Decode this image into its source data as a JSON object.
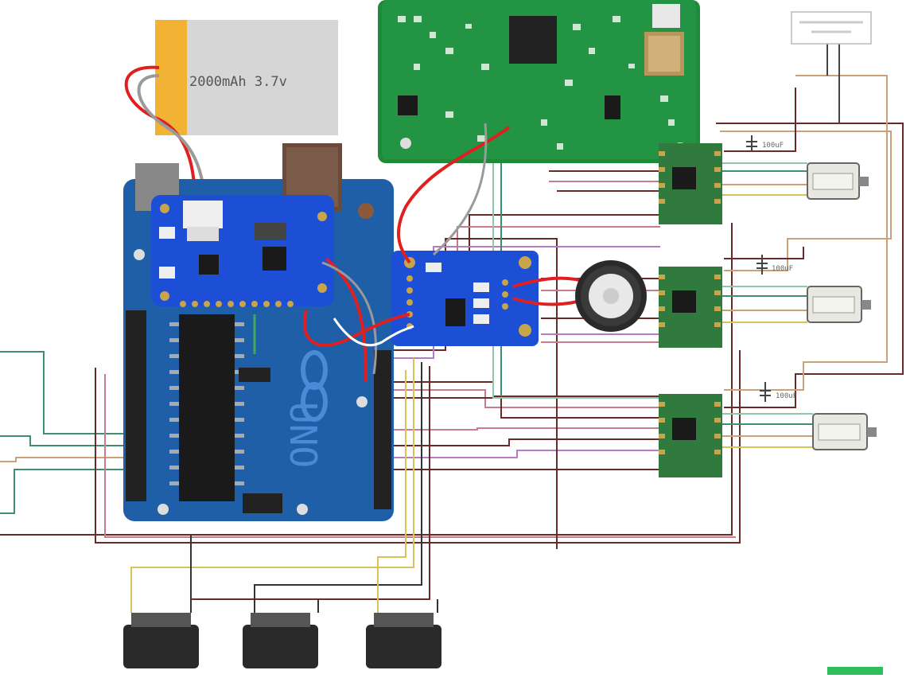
{
  "battery": {
    "label": "2000mAh 3.7v",
    "icon": "lipo-battery-icon"
  },
  "capacitors": [
    {
      "label": "100uF"
    },
    {
      "label": "100uF"
    },
    {
      "label": "100uF"
    }
  ],
  "arduino": {
    "logo_text": "UNO",
    "icon": "arduino-uno-board-icon"
  },
  "charger": {
    "icon": "lipo-charger-board-icon"
  },
  "amplifier": {
    "icon": "audio-amplifier-board-icon"
  },
  "raspberry_pi": {
    "icon": "raspberry-pi-board-icon"
  },
  "speaker": {
    "icon": "speaker-icon"
  },
  "stepper_drivers": {
    "count": 3,
    "icon": "stepper-driver-board-icon"
  },
  "stepper_motors": {
    "count": 3,
    "icon": "stepper-motor-icon"
  },
  "limit_switches": {
    "count": 3,
    "icon": "limit-switch-icon"
  },
  "power_supply": {
    "icon": "power-supply-icon"
  },
  "colors": {
    "arduino_blue": "#1e5fa8",
    "adafruit_blue": "#1c4fd6",
    "pcb_green": "#1f8a3a",
    "driver_green": "#2f7a3c",
    "wire_red": "#e02020",
    "wire_dark": "#6b2a2a",
    "wire_green": "#3f8f6a",
    "wire_yellow": "#d8c25a",
    "wire_tan": "#c9a27a"
  }
}
